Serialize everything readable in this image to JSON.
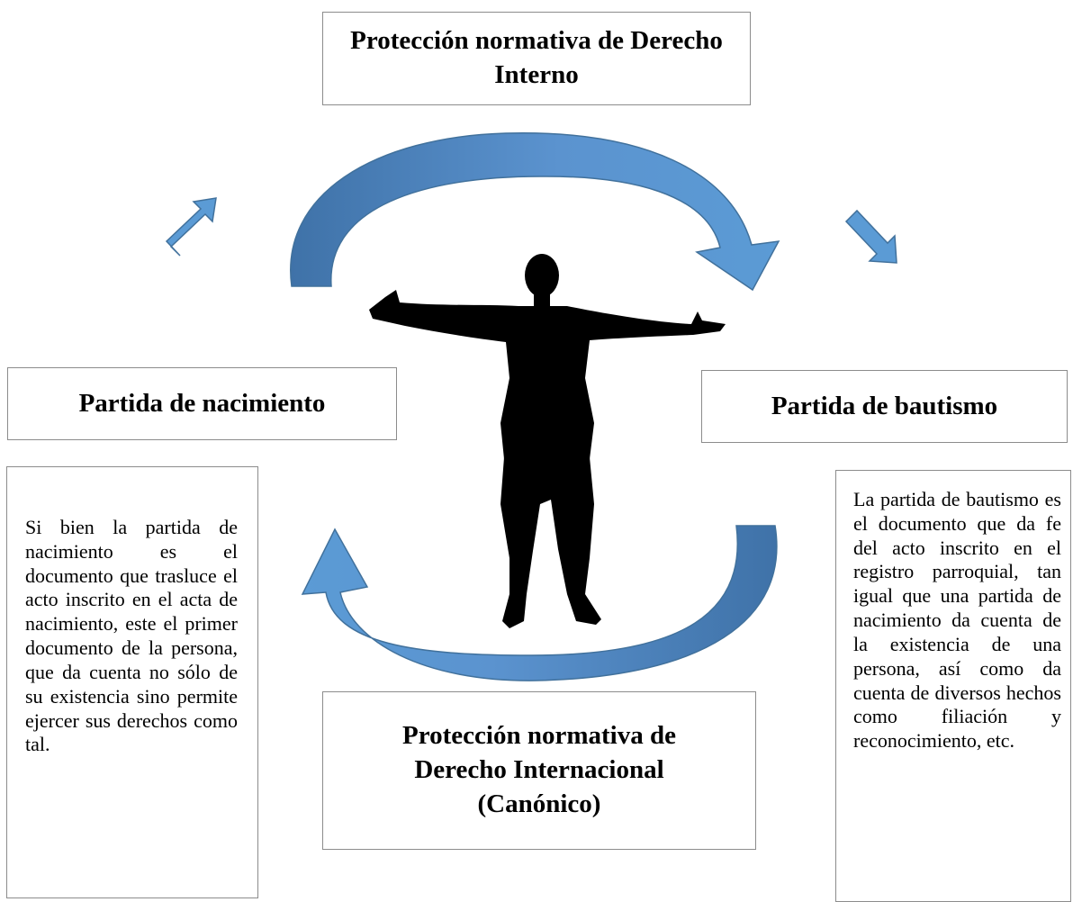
{
  "top_box": {
    "title": "Protección normativa de Derecho Interno"
  },
  "left_box": {
    "title": "Partida de nacimiento"
  },
  "right_box": {
    "title": "Partida de bautismo"
  },
  "bottom_box": {
    "title": "Protección normativa de Derecho Internacional (Canónico)"
  },
  "left_note": {
    "text": "Si bien la partida de nacimiento es el documento que trasluce el acto inscrito en el acta de nacimiento, este el primer documento de la persona, que da cuenta no sólo de su existencia sino permite ejercer sus derechos como tal."
  },
  "right_note": {
    "text": "La partida de bautismo es el documento que da fe del acto inscrito en el registro parroquial, tan igual que una partida de nacimiento da cuenta de la existencia de una persona, así como da cuenta de diversos hechos como filiación y reconocimiento, etc."
  },
  "colors": {
    "arrow_fill": "#5b9bd5",
    "arrow_dark": "#3f72a8",
    "arrow_stroke": "#41719c",
    "border": "#8c8c8c",
    "silhouette": "#000000"
  },
  "icons": [
    "curved-arrow",
    "straight-arrow",
    "person-silhouette"
  ]
}
